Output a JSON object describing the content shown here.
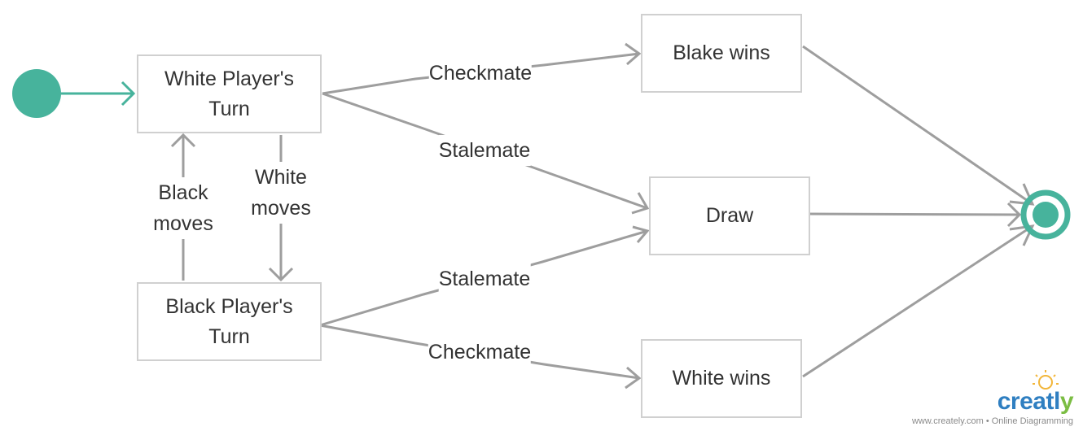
{
  "diagram": {
    "states": {
      "white_turn": "White Player's\nTurn",
      "black_turn": "Black Player's\nTurn",
      "blake_wins": "Blake wins",
      "draw": "Draw",
      "white_wins": "White wins"
    },
    "transitions": {
      "black_moves": "Black\nmoves",
      "white_moves": "White\nmoves",
      "checkmate_top": "Checkmate",
      "stalemate_top": "Stalemate",
      "stalemate_bottom": "Stalemate",
      "checkmate_bottom": "Checkmate"
    }
  },
  "watermark": {
    "brand": "creately",
    "brand_main": "creatl",
    "brand_y": "y",
    "tagline": "www.creately.com • Online Diagramming"
  },
  "colors": {
    "node_fill": "#47b39c",
    "edge": "#9e9e9e",
    "box_border": "#d0d0d0",
    "text": "#333333"
  }
}
